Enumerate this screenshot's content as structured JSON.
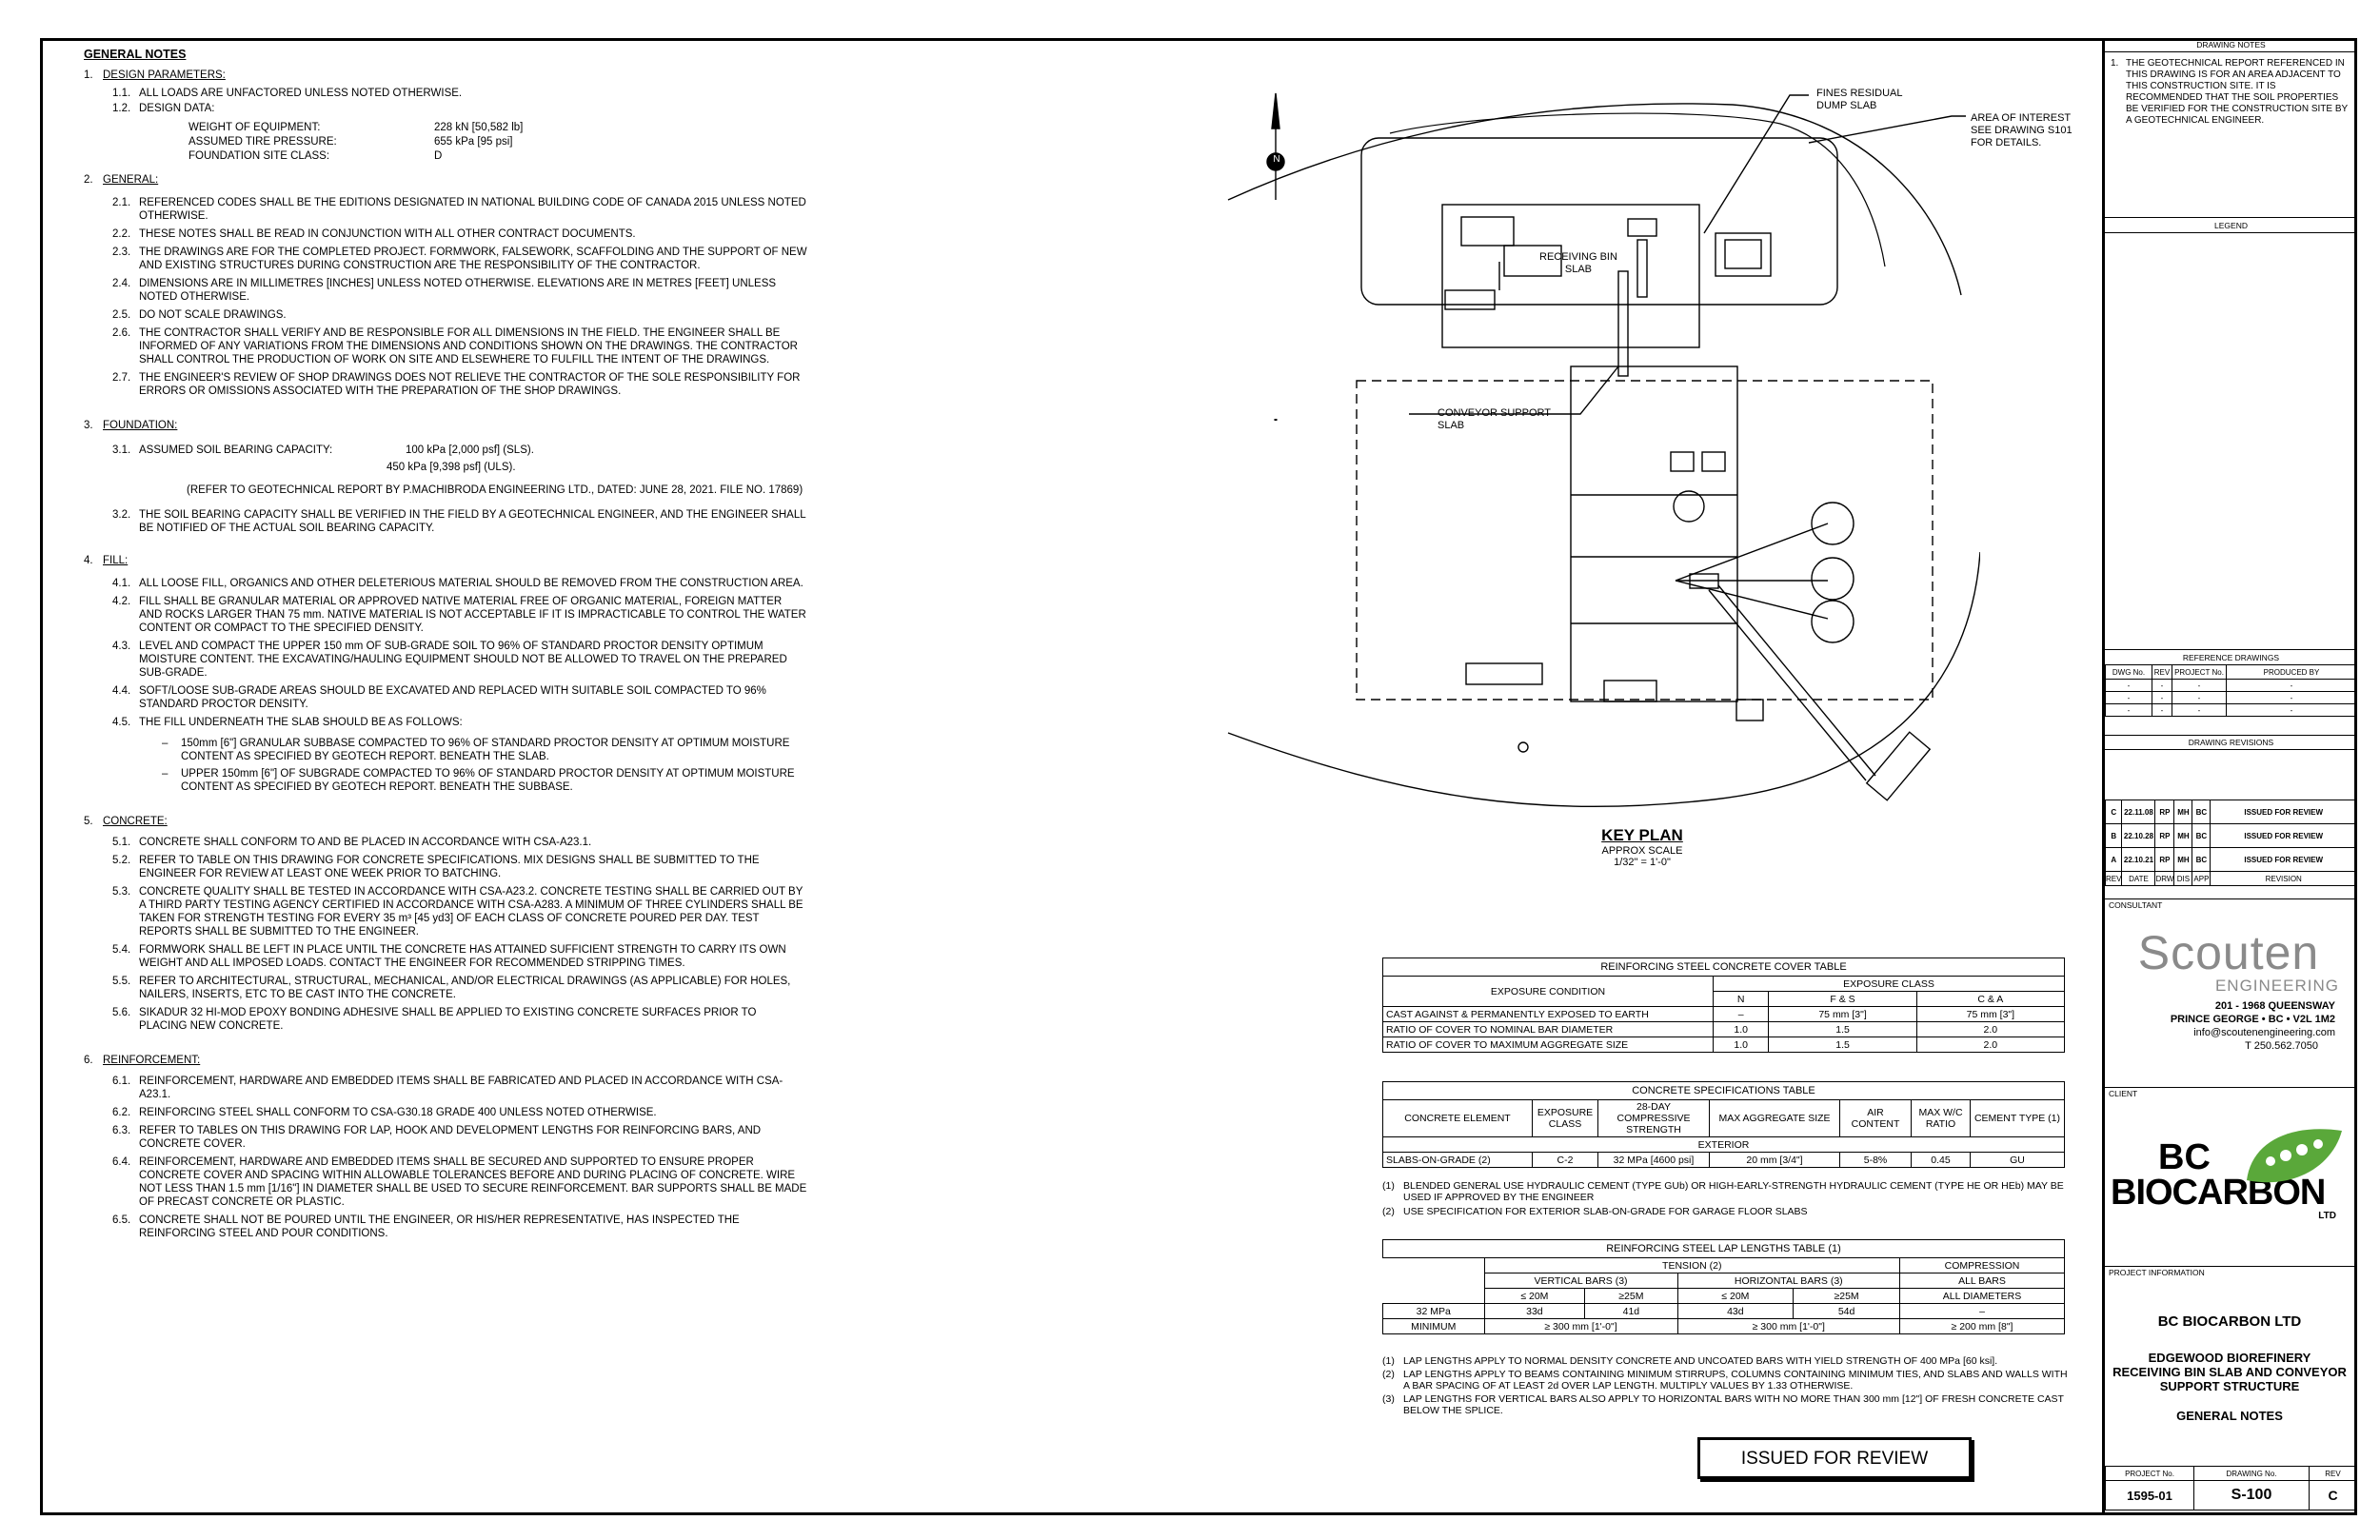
{
  "notes": {
    "title": "GENERAL NOTES",
    "s1": {
      "num": "1.",
      "heading": "DESIGN PARAMETERS:",
      "i1": {
        "num": "1.1.",
        "text": "ALL LOADS ARE UNFACTORED UNLESS NOTED OTHERWISE."
      },
      "i2": {
        "num": "1.2.",
        "text": "DESIGN DATA:"
      },
      "dd": [
        {
          "k": "WEIGHT OF EQUIPMENT:",
          "v": "228 kN [50,582 lb]"
        },
        {
          "k": "ASSUMED TIRE PRESSURE:",
          "v": "655 kPa [95 psi]"
        },
        {
          "k": "FOUNDATION SITE CLASS:",
          "v": "D"
        }
      ]
    },
    "s2": {
      "num": "2.",
      "heading": "GENERAL:",
      "items": [
        {
          "num": "2.1.",
          "text": "REFERENCED CODES SHALL BE THE EDITIONS DESIGNATED IN NATIONAL BUILDING CODE OF CANADA 2015 UNLESS NOTED OTHERWISE."
        },
        {
          "num": "2.2.",
          "text": "THESE NOTES SHALL BE READ IN CONJUNCTION WITH ALL OTHER CONTRACT DOCUMENTS."
        },
        {
          "num": "2.3.",
          "text": "THE DRAWINGS ARE FOR THE COMPLETED PROJECT.  FORMWORK, FALSEWORK, SCAFFOLDING AND THE SUPPORT OF NEW AND EXISTING STRUCTURES DURING CONSTRUCTION ARE THE RESPONSIBILITY OF THE CONTRACTOR."
        },
        {
          "num": "2.4.",
          "text": "DIMENSIONS ARE IN MILLIMETRES [INCHES] UNLESS NOTED OTHERWISE.  ELEVATIONS ARE IN METRES [FEET] UNLESS NOTED OTHERWISE."
        },
        {
          "num": "2.5.",
          "text": "DO NOT SCALE DRAWINGS."
        },
        {
          "num": "2.6.",
          "text": "THE CONTRACTOR SHALL VERIFY AND BE RESPONSIBLE FOR ALL DIMENSIONS IN THE FIELD.  THE ENGINEER SHALL BE INFORMED OF ANY VARIATIONS FROM THE DIMENSIONS AND CONDITIONS SHOWN ON THE DRAWINGS.   THE CONTRACTOR SHALL CONTROL THE PRODUCTION OF WORK ON SITE AND ELSEWHERE TO FULFILL THE INTENT OF THE DRAWINGS."
        },
        {
          "num": "2.7.",
          "text": "THE ENGINEER'S REVIEW OF SHOP DRAWINGS DOES NOT RELIEVE THE CONTRACTOR OF THE SOLE RESPONSIBILITY FOR ERRORS OR OMISSIONS ASSOCIATED WITH THE PREPARATION OF THE SHOP DRAWINGS."
        }
      ]
    },
    "s3": {
      "num": "3.",
      "heading": "FOUNDATION:",
      "i1": {
        "num": "3.1.",
        "k": "ASSUMED SOIL BEARING CAPACITY:",
        "v1": "100 kPa [2,000 psf] (SLS).",
        "v2": "450 kPa [9,398 psf] (ULS)."
      },
      "ref": "(REFER TO GEOTECHNICAL REPORT BY P.MACHIBRODA ENGINEERING LTD., DATED: JUNE 28, 2021. FILE NO. 17869)",
      "i2": {
        "num": "3.2.",
        "text": "THE SOIL BEARING CAPACITY SHALL BE VERIFIED IN THE FIELD BY A GEOTECHNICAL ENGINEER, AND THE ENGINEER SHALL BE NOTIFIED OF THE ACTUAL SOIL BEARING CAPACITY."
      }
    },
    "s4": {
      "num": "4.",
      "heading": "FILL:",
      "items": [
        {
          "num": "4.1.",
          "text": "ALL LOOSE FILL, ORGANICS AND OTHER DELETERIOUS MATERIAL SHOULD BE REMOVED FROM THE CONSTRUCTION AREA."
        },
        {
          "num": "4.2.",
          "text": "FILL SHALL BE GRANULAR MATERIAL OR APPROVED NATIVE MATERIAL FREE OF ORGANIC MATERIAL, FOREIGN MATTER AND ROCKS LARGER THAN 75 mm. NATIVE MATERIAL IS NOT ACCEPTABLE IF IT IS IMPRACTICABLE TO CONTROL THE WATER CONTENT OR COMPACT TO THE SPECIFIED DENSITY."
        },
        {
          "num": "4.3.",
          "text": "LEVEL AND COMPACT THE UPPER 150 mm OF SUB-GRADE SOIL TO 96% OF STANDARD PROCTOR DENSITY OPTIMUM MOISTURE CONTENT. THE EXCAVATING/HAULING EQUIPMENT SHOULD NOT BE ALLOWED TO TRAVEL ON THE PREPARED SUB-GRADE."
        },
        {
          "num": "4.4.",
          "text": "SOFT/LOOSE SUB-GRADE AREAS SHOULD BE EXCAVATED AND REPLACED WITH SUITABLE SOIL COMPACTED TO 96% STANDARD PROCTOR DENSITY."
        },
        {
          "num": "4.5.",
          "text": "THE FILL UNDERNEATH THE SLAB SHOULD BE AS FOLLOWS:"
        }
      ],
      "bullets": [
        "150mm [6\"] GRANULAR SUBBASE COMPACTED TO 96% OF STANDARD PROCTOR DENSITY AT OPTIMUM MOISTURE CONTENT AS SPECIFIED BY GEOTECH REPORT. BENEATH THE SLAB.",
        "UPPER 150mm [6\"] OF SUBGRADE COMPACTED TO 96% OF STANDARD PROCTOR DENSITY AT OPTIMUM MOISTURE CONTENT AS SPECIFIED BY GEOTECH REPORT. BENEATH THE SUBBASE."
      ],
      "bullet_mark": "–"
    },
    "s5": {
      "num": "5.",
      "heading": "CONCRETE:",
      "items": [
        {
          "num": "5.1.",
          "text": "CONCRETE SHALL CONFORM TO AND BE PLACED IN ACCORDANCE WITH CSA-A23.1."
        },
        {
          "num": "5.2.",
          "text": "REFER TO TABLE ON THIS DRAWING FOR CONCRETE SPECIFICATIONS. MIX DESIGNS SHALL BE SUBMITTED TO THE ENGINEER FOR REVIEW AT LEAST ONE WEEK PRIOR TO BATCHING."
        },
        {
          "num": "5.3.",
          "text": "CONCRETE QUALITY SHALL BE TESTED IN ACCORDANCE WITH CSA-A23.2. CONCRETE TESTING SHALL BE CARRIED OUT BY A THIRD PARTY TESTING AGENCY CERTIFIED IN ACCORDANCE WITH CSA-A283. A MINIMUM OF THREE CYLINDERS SHALL BE TAKEN FOR STRENGTH TESTING FOR EVERY 35 m³ [45 yd3] OF EACH CLASS OF CONCRETE POURED PER DAY. TEST REPORTS SHALL BE SUBMITTED TO THE ENGINEER."
        },
        {
          "num": "5.4.",
          "text": "FORMWORK SHALL BE LEFT IN PLACE UNTIL THE CONCRETE HAS ATTAINED SUFFICIENT STRENGTH TO CARRY ITS OWN WEIGHT AND ALL IMPOSED LOADS.  CONTACT THE ENGINEER FOR RECOMMENDED STRIPPING TIMES."
        },
        {
          "num": "5.5.",
          "text": "REFER TO ARCHITECTURAL, STRUCTURAL, MECHANICAL, AND/OR ELECTRICAL DRAWINGS (AS APPLICABLE) FOR HOLES, NAILERS, INSERTS, ETC TO BE CAST INTO THE CONCRETE."
        },
        {
          "num": "5.6.",
          "text": "SIKADUR 32 HI-MOD EPOXY BONDING ADHESIVE SHALL BE APPLIED TO EXISTING CONCRETE SURFACES PRIOR TO PLACING NEW CONCRETE."
        }
      ]
    },
    "s6": {
      "num": "6.",
      "heading": "REINFORCEMENT:",
      "items": [
        {
          "num": "6.1.",
          "text": "REINFORCEMENT, HARDWARE AND EMBEDDED ITEMS SHALL BE FABRICATED AND PLACED IN ACCORDANCE WITH CSA-A23.1."
        },
        {
          "num": "6.2.",
          "text": "REINFORCING STEEL SHALL CONFORM TO CSA-G30.18 GRADE 400 UNLESS NOTED OTHERWISE."
        },
        {
          "num": "6.3.",
          "text": "REFER TO TABLES ON THIS DRAWING FOR LAP, HOOK AND DEVELOPMENT LENGTHS FOR REINFORCING BARS, AND CONCRETE COVER."
        },
        {
          "num": "6.4.",
          "text": "REINFORCEMENT, HARDWARE AND EMBEDDED ITEMS SHALL BE SECURED AND SUPPORTED TO ENSURE PROPER CONCRETE COVER AND SPACING WITHIN ALLOWABLE TOLERANCES BEFORE AND DURING PLACING OF CONCRETE.  WIRE NOT LESS THAN 1.5 mm [1/16\"] IN DIAMETER SHALL BE USED TO SECURE REINFORCEMENT.  BAR SUPPORTS SHALL BE MADE OF PRECAST CONCRETE OR PLASTIC."
        },
        {
          "num": "6.5.",
          "text": "CONCRETE SHALL NOT BE POURED UNTIL THE ENGINEER, OR HIS/HER REPRESENTATIVE, HAS INSPECTED THE REINFORCING STEEL AND POUR CONDITIONS."
        }
      ]
    }
  },
  "plan": {
    "label_fines": "FINES RESIDUAL\nDUMP SLAB",
    "label_area": "AREA OF INTEREST\nSEE DRAWING S101\nFOR DETAILS.",
    "label_receiving": "RECEIVING BIN\nSLAB",
    "label_conveyor": "CONVEYOR SUPPORT\nSLAB",
    "north_label": "N",
    "key_title": "KEY PLAN",
    "key_scale1": "APPROX SCALE",
    "key_scale2": "1/32\" = 1'-0\""
  },
  "cover_table": {
    "title": "REINFORCING STEEL CONCRETE COVER TABLE",
    "h_condition": "EXPOSURE CONDITION",
    "h_class": "EXPOSURE CLASS",
    "cols": [
      "N",
      "F & S",
      "C & A"
    ],
    "rows": [
      {
        "c": "CAST AGAINST & PERMANENTLY EXPOSED TO EARTH",
        "v": [
          "–",
          "75 mm [3\"]",
          "75 mm [3\"]"
        ]
      },
      {
        "c": "RATIO OF COVER TO NOMINAL BAR DIAMETER",
        "v": [
          "1.0",
          "1.5",
          "2.0"
        ]
      },
      {
        "c": "RATIO OF COVER TO MAXIMUM AGGREGATE SIZE",
        "v": [
          "1.0",
          "1.5",
          "2.0"
        ]
      }
    ]
  },
  "spec_table": {
    "title": "CONCRETE SPECIFICATIONS TABLE",
    "h": [
      "CONCRETE ELEMENT",
      "EXPOSURE CLASS",
      "28-DAY COMPRESSIVE STRENGTH",
      "MAX AGGREGATE SIZE",
      "AIR CONTENT",
      "MAX W/C RATIO",
      "CEMENT TYPE (1)"
    ],
    "group": "EXTERIOR",
    "row": [
      "SLABS-ON-GRADE (2)",
      "C-2",
      "32 MPa [4600 psi]",
      "20 mm [3/4\"]",
      "5-8%",
      "0.45",
      "GU"
    ],
    "notes": [
      {
        "n": "(1)",
        "t": "BLENDED GENERAL USE HYDRAULIC CEMENT (TYPE GUb) OR HIGH-EARLY-STRENGTH HYDRAULIC CEMENT (TYPE HE OR HEb) MAY BE USED IF APPROVED BY THE ENGINEER"
      },
      {
        "n": "(2)",
        "t": "USE SPECIFICATION FOR EXTERIOR SLAB-ON-GRADE FOR GARAGE FLOOR SLABS"
      }
    ]
  },
  "lap_table": {
    "title": "REINFORCING STEEL LAP LENGTHS TABLE (1)",
    "tension": "TENSION (2)",
    "compression": "COMPRESSION",
    "vertical": "VERTICAL BARS (3)",
    "horizontal": "HORIZONTAL BARS (3)",
    "all_bars": "ALL BARS",
    "sizes": [
      "≤ 20M",
      "≥25M",
      "≤ 20M",
      "≥25M"
    ],
    "all_dia": "ALL DIAMETERS",
    "r1": [
      "32 MPa",
      "33d",
      "41d",
      "43d",
      "54d",
      "–"
    ],
    "r2_label": "MINIMUM",
    "r2_v": "≥ 300 mm [1'-0\"]",
    "r2_h": "≥ 300 mm [1'-0\"]",
    "r2_c": "≥ 200 mm [8\"]",
    "notes": [
      {
        "n": "(1)",
        "t": "LAP LENGTHS APPLY TO NORMAL DENSITY CONCRETE AND UNCOATED BARS WITH YIELD STRENGTH OF 400 MPa [60 ksi]."
      },
      {
        "n": "(2)",
        "t": "LAP LENGTHS APPLY TO BEAMS CONTAINING MINIMUM STIRRUPS, COLUMNS CONTAINING MINIMUM TIES, AND SLABS AND WALLS WITH A BAR SPACING OF AT LEAST 2d OVER LAP LENGTH.  MULTIPLY VALUES BY 1.33 OTHERWISE."
      },
      {
        "n": "(3)",
        "t": "LAP LENGTHS FOR VERTICAL BARS ALSO APPLY TO HORIZONTAL BARS WITH NO MORE THAN 300 mm [12\"] OF FRESH CONCRETE CAST BELOW THE SPLICE."
      }
    ]
  },
  "stamp": "ISSUED FOR REVIEW",
  "title_block": {
    "drawing_notes_h": "DRAWING NOTES",
    "drawing_note_1": "THE GEOTECHNICAL REPORT REFERENCED IN THIS DRAWING IS FOR AN AREA ADJACENT TO THIS CONSTRUCTION SITE. IT IS RECOMMENDED THAT THE SOIL PROPERTIES BE VERIFIED FOR THE CONSTRUCTION SITE BY A GEOTECHNICAL ENGINEER.",
    "legend_h": "LEGEND",
    "ref_h": "REFERENCE DRAWINGS",
    "ref_cols": [
      "DWG No.",
      "REV",
      "PROJECT No.",
      "PRODUCED BY"
    ],
    "ref_cell": "-",
    "rev_h": "DRAWING REVISIONS",
    "revisions": [
      {
        "rev": "C",
        "date": "22.11.08",
        "drw": "RP",
        "dis": "MH",
        "app": "BC",
        "desc": "ISSUED FOR REVIEW"
      },
      {
        "rev": "B",
        "date": "22.10.28",
        "drw": "RP",
        "dis": "MH",
        "app": "BC",
        "desc": "ISSUED FOR REVIEW"
      },
      {
        "rev": "A",
        "date": "22.10.21",
        "drw": "RP",
        "dis": "MH",
        "app": "BC",
        "desc": "ISSUED FOR REVIEW"
      }
    ],
    "rev_cols": [
      "REV",
      "DATE",
      "DRW",
      "DIS",
      "APP",
      "REVISION"
    ],
    "consultant_h": "CONSULTANT",
    "firm_name": "Scouten",
    "firm_sub": "ENGINEERING",
    "addr1": "201 - 1968 QUEENSWAY",
    "addr2": "PRINCE GEORGE • BC • V2L 1M2",
    "email": "info@scoutenengineering.com",
    "phone": "T  250.562.7050",
    "client_h": "CLIENT",
    "client_logo_1": "BC",
    "client_logo_2": "BIOCARBON",
    "client_logo_3": "LTD",
    "project_info_h": "PROJECT INFORMATION",
    "client_name": "BC BIOCARBON LTD",
    "project_1": "EDGEWOOD BIOREFINERY",
    "project_2": "RECEIVING BIN SLAB AND CONVEYOR",
    "project_3": "SUPPORT STRUCTURE",
    "sheet_title": "GENERAL NOTES",
    "proj_no_h": "PROJECT No.",
    "dwg_no_h": "DRAWING No.",
    "rev_small_h": "REV",
    "proj_no": "1595-01",
    "dwg_no": "S-100",
    "rev_val": "C"
  },
  "colors": {
    "logo_green": "#5aa83a",
    "scouten_grey": "#8a8a8a"
  }
}
